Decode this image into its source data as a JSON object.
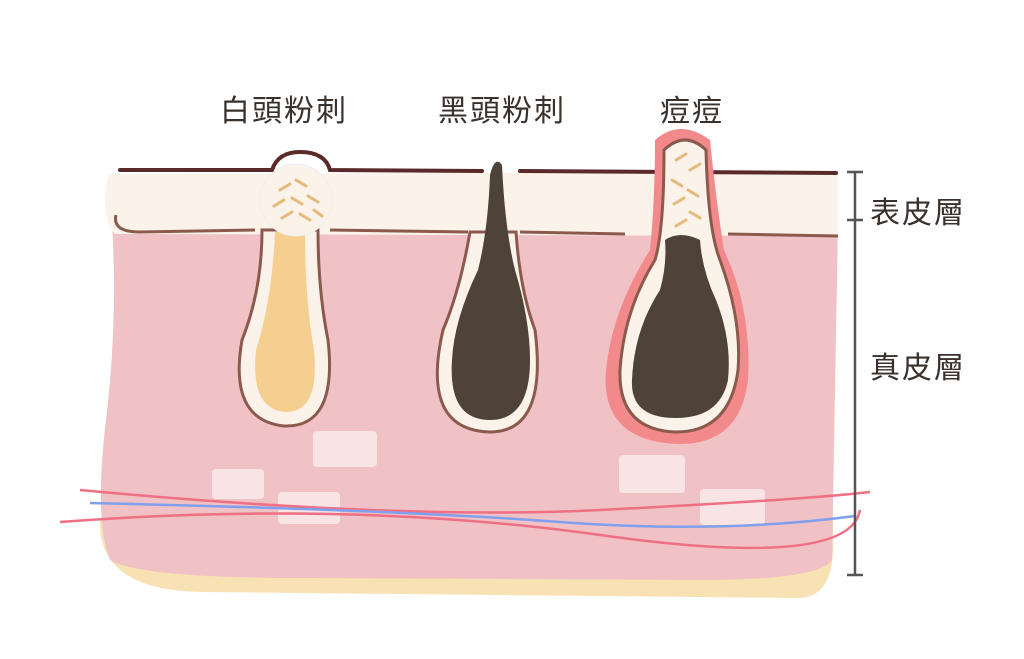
{
  "title_labels": {
    "whitehead": "白頭粉刺",
    "blackhead": "黑頭粉刺",
    "pimple": "痘痘"
  },
  "layer_labels": {
    "epidermis": "表皮層",
    "dermis": "真皮層"
  },
  "colors": {
    "epidermis": "#fbf2ea",
    "dermis": "#f0c1c5",
    "fat": "#f8e2b4",
    "outline": "#8b5a4c",
    "sebum": "#f5cf90",
    "blackhead": "#4e4239",
    "inflammation": "#f28a8c",
    "nerve_red": "#ef6f84",
    "nerve_blue": "#7fa0ee",
    "scale": "#555555"
  }
}
